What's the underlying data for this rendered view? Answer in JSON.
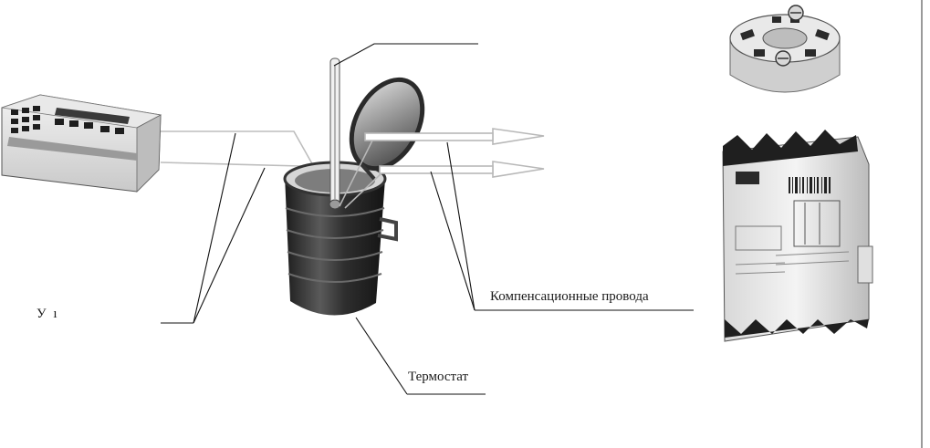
{
  "labels": {
    "thermostat": "Термостат",
    "compensation_wires": "Компенсационные провода",
    "left_partial": "У                 ı"
  },
  "icons": {
    "calibrator": "calibrator-device-icon",
    "thermostat": "thermostat-vessel-icon",
    "thermometer": "glass-thermometer-icon",
    "head_transmitter": "head-mounted-transmitter-icon",
    "din_transmitter": "din-rail-transmitter-icon"
  },
  "colors": {
    "line": "#111111",
    "arrow_outline": "#b8b8b8",
    "vessel_dark": "#2b2b2b"
  }
}
